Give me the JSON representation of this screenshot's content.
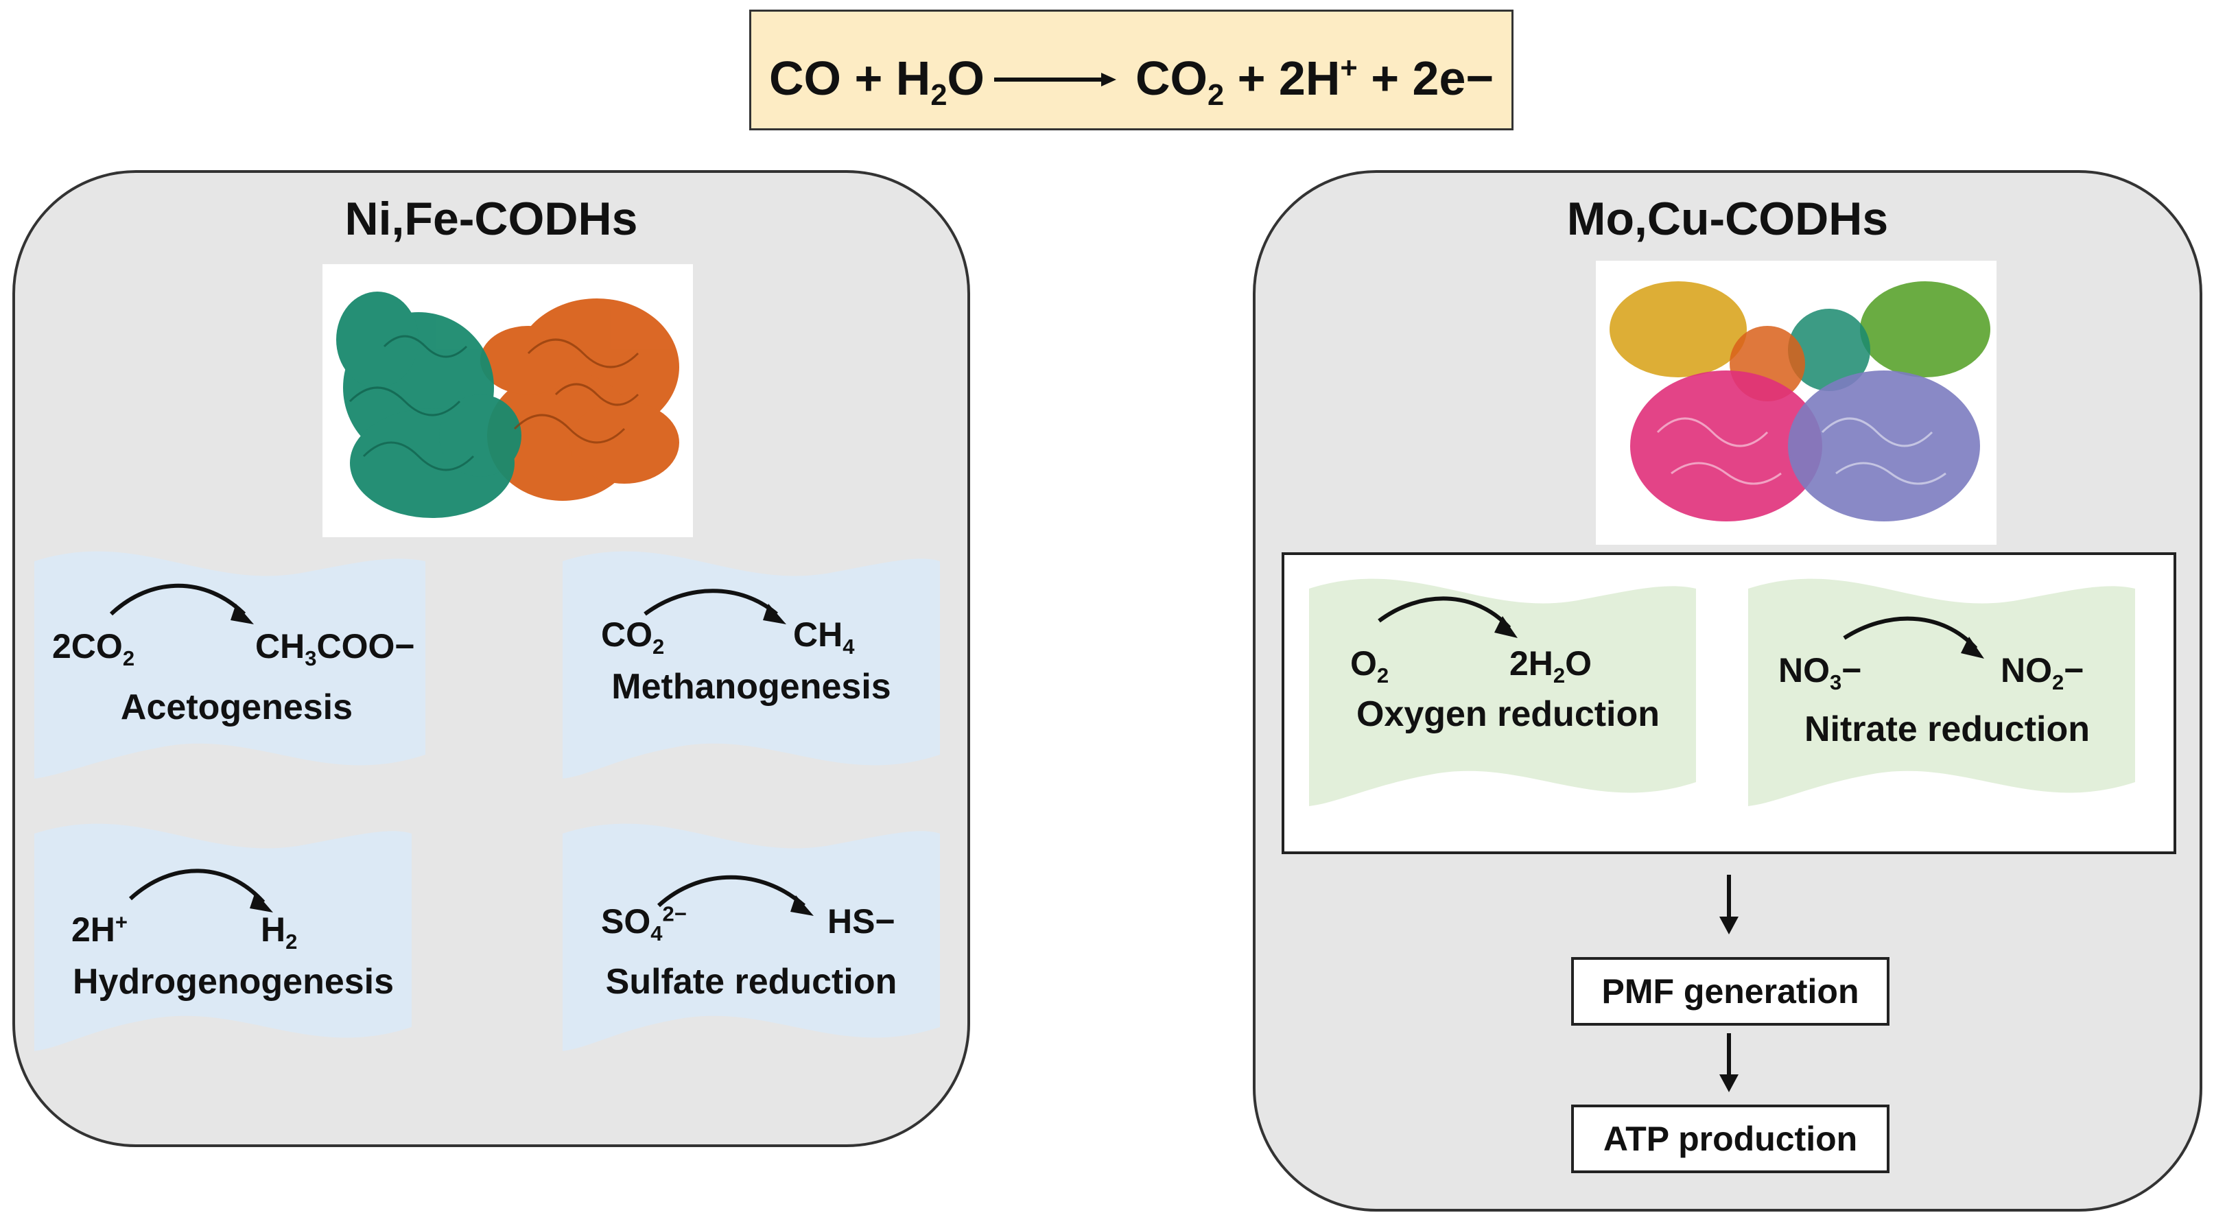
{
  "equation": {
    "left": "CO + H",
    "left_sub": "2",
    "left_end": "O",
    "right_a": "CO",
    "right_a_sub": "2",
    "right_b": " + 2H",
    "right_b_sup": "+",
    "right_c": " + 2e−"
  },
  "ni_fe": {
    "title": "Ni,Fe-CODHs",
    "pathways": [
      {
        "name": "Acetogenesis",
        "reactant": "2CO",
        "reactant_sub": "2",
        "product": "CH",
        "product_sub": "3",
        "product_end": "COO−"
      },
      {
        "name": "Methanogenesis",
        "reactant": "CO",
        "reactant_sub": "2",
        "product": "CH",
        "product_sub": "4"
      },
      {
        "name": "Hydrogenogenesis",
        "reactant": "2H",
        "reactant_sup": "+",
        "product": "H",
        "product_sub": "2"
      },
      {
        "name": "Sulfate reduction",
        "reactant": "SO",
        "reactant_sub": "4",
        "reactant_sup": "2−",
        "product": "HS−"
      }
    ]
  },
  "mo_cu": {
    "title": "Mo,Cu-CODHs",
    "pathways": [
      {
        "name": "Oxygen reduction",
        "reactant": "O",
        "reactant_sub": "2",
        "product": "2H",
        "product_sub": "2",
        "product_end": "O"
      },
      {
        "name": "Nitrate reduction",
        "reactant": "NO",
        "reactant_sub": "3",
        "reactant_end": "−",
        "product": "NO",
        "product_sub": "2",
        "product_end": "−"
      }
    ],
    "steps": [
      "PMF generation",
      "ATP production"
    ]
  },
  "colors": {
    "equation_bg": "#fdecc4",
    "panel_bg": "#e6e6e6",
    "ni_fe_flag": "#dce9f5",
    "mo_cu_flag": "#e2efda",
    "protein_teal": "#1a8a6e",
    "protein_orange": "#d9601a",
    "protein_yellow": "#d9a520",
    "protein_green": "#5aa32e",
    "protein_pink": "#e0307a",
    "protein_purple": "#7c7cc0"
  }
}
